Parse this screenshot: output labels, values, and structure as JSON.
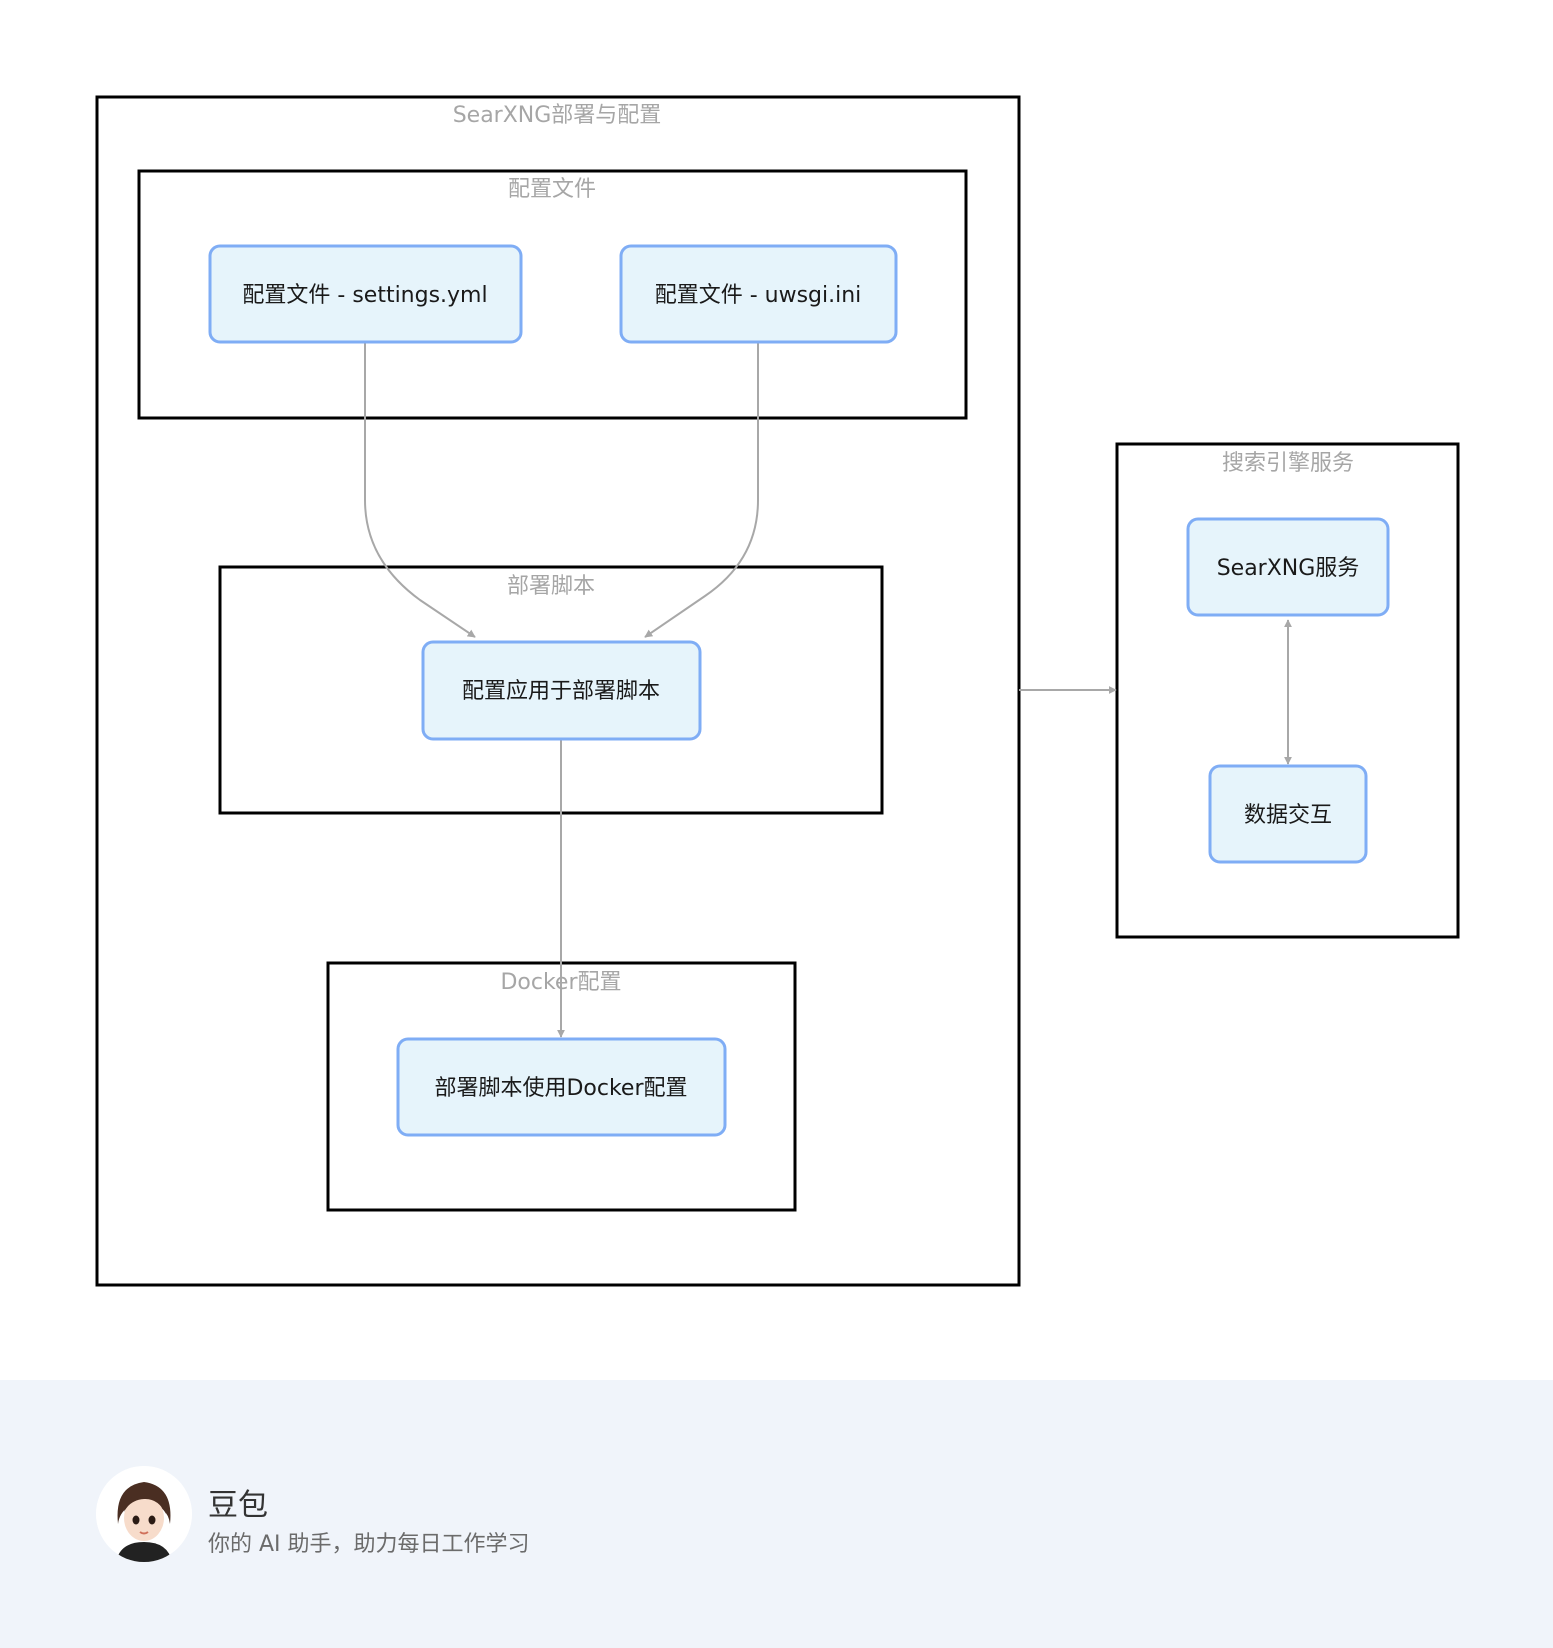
{
  "diagram": {
    "clusters": {
      "main": {
        "label": "SearXNG部署与配置"
      },
      "config_files": {
        "label": "配置文件"
      },
      "deploy_script": {
        "label": "部署脚本"
      },
      "docker": {
        "label": "Docker配置"
      },
      "search_service": {
        "label": "搜索引擎服务"
      }
    },
    "nodes": {
      "settings": {
        "label": "配置文件 - settings.yml"
      },
      "uwsgi": {
        "label": "配置文件 - uwsgi.ini"
      },
      "apply": {
        "label": "配置应用于部署脚本"
      },
      "docker_use": {
        "label": "部署脚本使用Docker配置"
      },
      "searxng": {
        "label": "SearXNG服务"
      },
      "data": {
        "label": "数据交互"
      }
    },
    "edges": [
      {
        "from": "settings",
        "to": "apply",
        "type": "arrow"
      },
      {
        "from": "uwsgi",
        "to": "apply",
        "type": "arrow"
      },
      {
        "from": "apply",
        "to": "docker_use",
        "type": "arrow"
      },
      {
        "from": "main",
        "to": "search_service",
        "type": "arrow"
      },
      {
        "from": "searxng",
        "to": "data",
        "type": "bidirectional"
      }
    ]
  },
  "footer": {
    "brand_name": "豆包",
    "tagline": "你的 AI 助手，助力每日工作学习"
  },
  "colors": {
    "node_fill": "#e6f4fb",
    "node_border": "#7fadf5",
    "cluster_border": "#000000",
    "cluster_label": "#a6a6a6",
    "edge": "#a8a8a8",
    "footer_bg": "#f0f4fa"
  }
}
